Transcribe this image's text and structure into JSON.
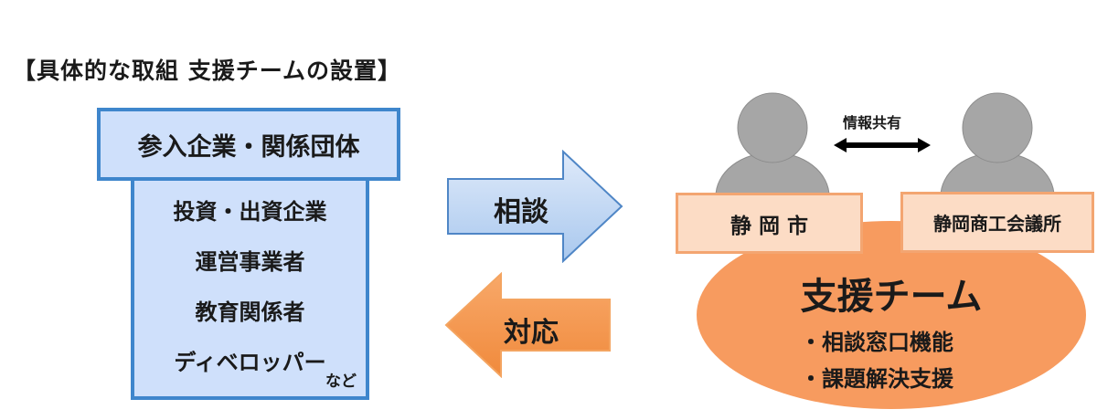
{
  "title": "【具体的な取組 支援チームの設置】",
  "participants": {
    "header": "参入企業・関係団体",
    "items": [
      "投資・出資企業",
      "運営事業者",
      "教育関係者",
      "ディベロッパー"
    ],
    "etc": "など"
  },
  "arrows": {
    "consult": "相談",
    "respond": "対応"
  },
  "info_share": "情報共有",
  "orgs": {
    "city": "静 岡 市",
    "chamber": "静岡商工会議所"
  },
  "team": {
    "title": "支援チーム",
    "functions": [
      "・相談窓口機能",
      "・課題解決支援"
    ]
  },
  "colors": {
    "blue_border": "#3f86cc",
    "blue_fill": "#cfe0fb",
    "orange_fill": "#f79b5f",
    "peach_fill": "#fcdcc5",
    "person_gray": "#a6a6a6"
  }
}
